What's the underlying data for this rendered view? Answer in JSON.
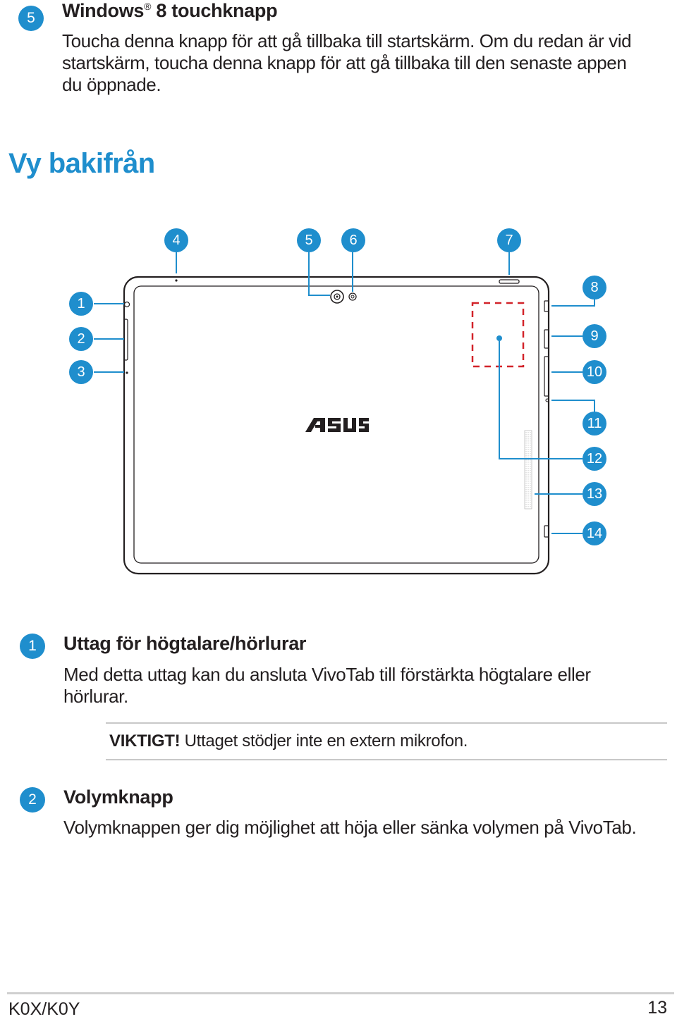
{
  "top_item": {
    "number": "5",
    "title": "Windows",
    "title_mark": "®",
    "title_rest": " 8 touchknapp",
    "description_lines": [
      "Toucha denna knapp för att gå tillbaka till startskärm. Om du redan är vid",
      "startskärm, toucha denna knapp för att gå tillbaka till den senaste appen",
      "du öppnade."
    ]
  },
  "section_title": "Vy bakifrån",
  "diagram": {
    "brand_logo": "ASUS",
    "callouts": [
      "1",
      "2",
      "3",
      "4",
      "5",
      "6",
      "7",
      "8",
      "9",
      "10",
      "11",
      "12",
      "13",
      "14"
    ],
    "accent_color": "#1f8ecd",
    "nfc_area_color": "#d2232a"
  },
  "items": [
    {
      "number": "1",
      "title": "Uttag för högtalare/hörlurar",
      "description_lines": [
        "Med detta uttag kan du ansluta VivoTab till förstärkta högtalare eller",
        "hörlurar."
      ],
      "note_label": "VIKTIGT!",
      "note_text": " Uttaget stödjer inte en extern mikrofon."
    },
    {
      "number": "2",
      "title": "Volymknapp",
      "description_lines": [
        "Volymknappen ger dig möjlighet att höja eller sänka volymen på VivoTab."
      ]
    }
  ],
  "footer": {
    "model": "K0X/K0Y",
    "page_number": "13"
  }
}
